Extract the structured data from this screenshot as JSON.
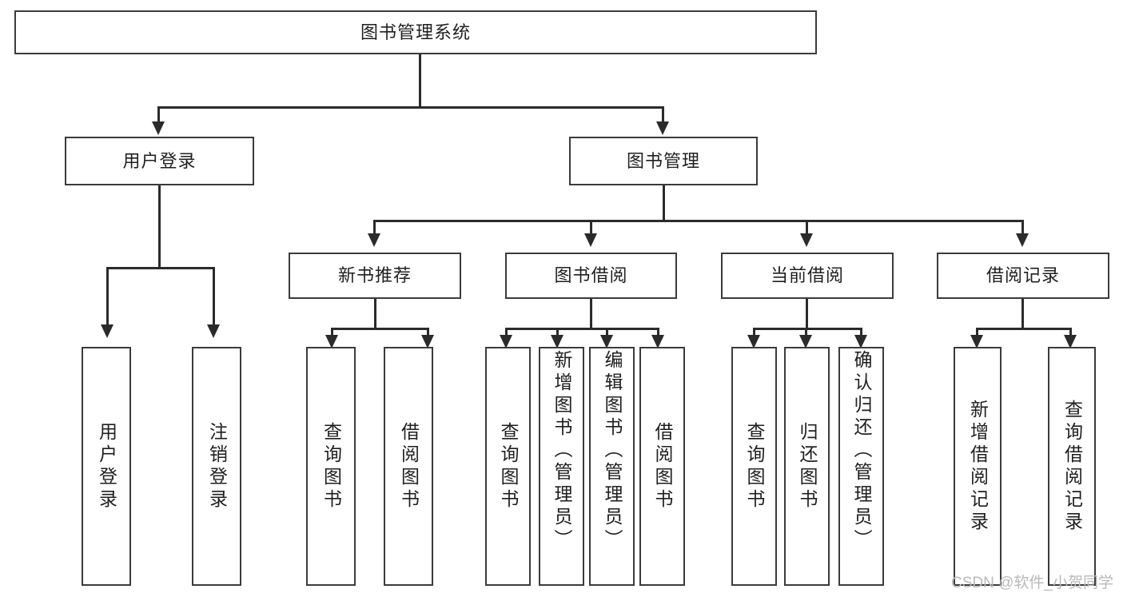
{
  "diagram": {
    "type": "tree-hierarchy-chart",
    "title": "图书管理系统",
    "root": {
      "id": "root",
      "label": "图书管理系统"
    },
    "level2": [
      {
        "id": "user-login",
        "label": "用户登录"
      },
      {
        "id": "book-management",
        "label": "图书管理"
      }
    ],
    "level3": [
      {
        "id": "new-book-recommend",
        "label": "新书推荐",
        "parent": "book-management"
      },
      {
        "id": "book-borrow",
        "label": "图书借阅",
        "parent": "book-management"
      },
      {
        "id": "current-borrow",
        "label": "当前借阅",
        "parent": "book-management"
      },
      {
        "id": "borrow-record",
        "label": "借阅记录",
        "parent": "book-management"
      }
    ],
    "leaves": [
      {
        "id": "leaf-user-login",
        "label": "用户登录",
        "parent": "user-login"
      },
      {
        "id": "leaf-logout-login",
        "label": "注销登录",
        "parent": "user-login"
      },
      {
        "id": "leaf-query-book-1",
        "label": "查询图书",
        "parent": "new-book-recommend"
      },
      {
        "id": "leaf-borrow-book-1",
        "label": "借阅图书",
        "parent": "new-book-recommend"
      },
      {
        "id": "leaf-query-book-2",
        "label": "查询图书",
        "parent": "book-borrow"
      },
      {
        "id": "leaf-add-book",
        "label": "新增图书（管理员）",
        "parent": "book-borrow"
      },
      {
        "id": "leaf-edit-book",
        "label": "编辑图书（管理员）",
        "parent": "book-borrow"
      },
      {
        "id": "leaf-borrow-book-2",
        "label": "借阅图书",
        "parent": "book-borrow"
      },
      {
        "id": "leaf-query-book-3",
        "label": "查询图书",
        "parent": "current-borrow"
      },
      {
        "id": "leaf-return-book",
        "label": "归还图书",
        "parent": "current-borrow"
      },
      {
        "id": "leaf-confirm-return",
        "label": "确认归还（管理员）",
        "parent": "current-borrow"
      },
      {
        "id": "leaf-add-record",
        "label": "新增借阅记录",
        "parent": "borrow-record"
      },
      {
        "id": "leaf-query-record",
        "label": "查询借阅记录",
        "parent": "borrow-record"
      }
    ],
    "watermark": "CSDN @软件_小贺同学",
    "colors": {
      "box_border": "#3b3b3b",
      "connector": "#2b2b2b",
      "background": "#ffffff",
      "text": "#1f1f1f",
      "watermark": "#b9b9b9"
    }
  }
}
